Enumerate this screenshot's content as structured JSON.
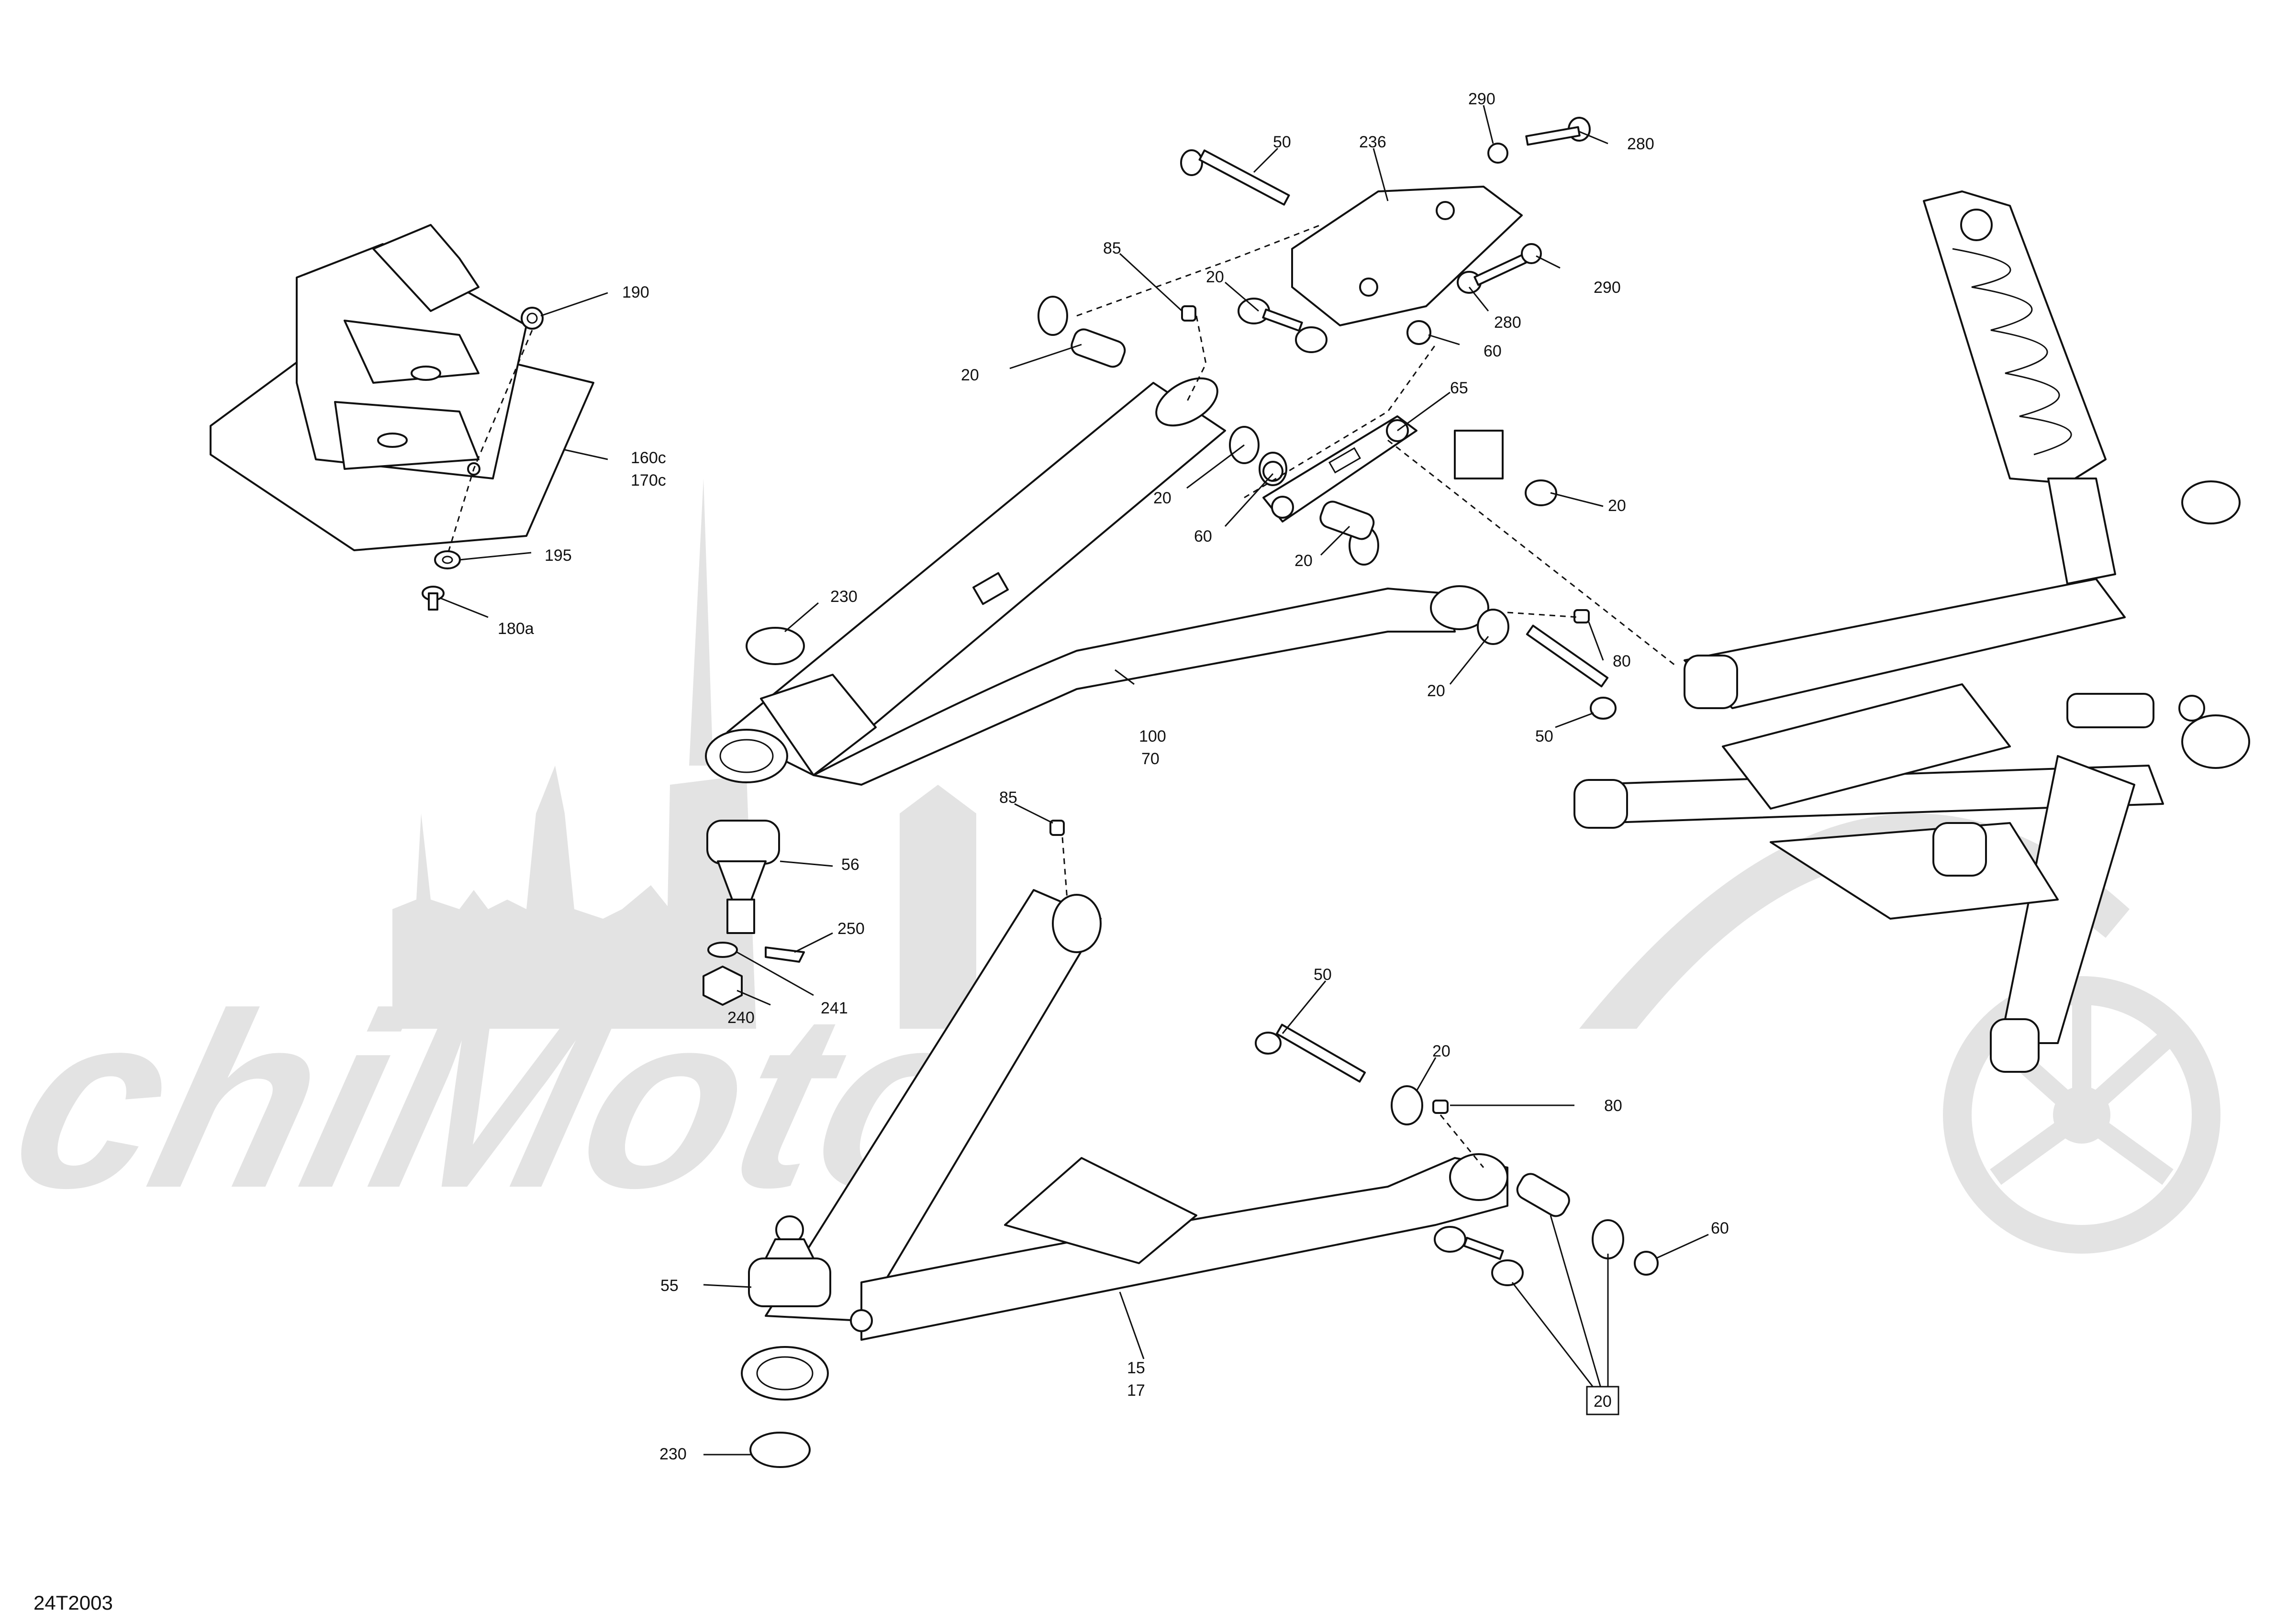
{
  "drawing_id": "24T2003",
  "watermark_text": "AchiMoto",
  "callouts": [
    {
      "id": "c50a",
      "text": "50"
    },
    {
      "id": "c236",
      "text": "236"
    },
    {
      "id": "c290a",
      "text": "290"
    },
    {
      "id": "c280a",
      "text": "280"
    },
    {
      "id": "c85a",
      "text": "85"
    },
    {
      "id": "c20a",
      "text": "20"
    },
    {
      "id": "c290b",
      "text": "290"
    },
    {
      "id": "c280b",
      "text": "280"
    },
    {
      "id": "c20b",
      "text": "20"
    },
    {
      "id": "c60a",
      "text": "60"
    },
    {
      "id": "c190",
      "text": "190"
    },
    {
      "id": "c160c",
      "text": "160c"
    },
    {
      "id": "c170c",
      "text": "170c"
    },
    {
      "id": "c195",
      "text": "195"
    },
    {
      "id": "c180a",
      "text": "180a"
    },
    {
      "id": "c65",
      "text": "65"
    },
    {
      "id": "c20c",
      "text": "20"
    },
    {
      "id": "c20d",
      "text": "20"
    },
    {
      "id": "c60b",
      "text": "60"
    },
    {
      "id": "c20e",
      "text": "20"
    },
    {
      "id": "c230a",
      "text": "230"
    },
    {
      "id": "c80a",
      "text": "80"
    },
    {
      "id": "c20f",
      "text": "20"
    },
    {
      "id": "c50b",
      "text": "50"
    },
    {
      "id": "c100",
      "text": "100"
    },
    {
      "id": "c70",
      "text": "70"
    },
    {
      "id": "c85b",
      "text": "85"
    },
    {
      "id": "c56",
      "text": "56"
    },
    {
      "id": "c250",
      "text": "250"
    },
    {
      "id": "c241",
      "text": "241"
    },
    {
      "id": "c240",
      "text": "240"
    },
    {
      "id": "c50c",
      "text": "50"
    },
    {
      "id": "c20g",
      "text": "20"
    },
    {
      "id": "c80b",
      "text": "80"
    },
    {
      "id": "c60c",
      "text": "60"
    },
    {
      "id": "c55",
      "text": "55"
    },
    {
      "id": "c15",
      "text": "15"
    },
    {
      "id": "c17",
      "text": "17"
    },
    {
      "id": "c230b",
      "text": "230"
    },
    {
      "id": "c20box",
      "text": "20"
    }
  ]
}
